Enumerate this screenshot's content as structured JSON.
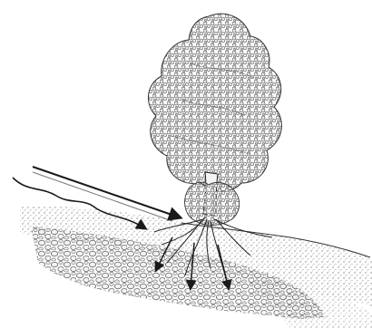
{
  "diagram": {
    "type": "illustration",
    "colors": {
      "ink": "#1a1a1a",
      "foliage_fill": "#d9d9d9",
      "foliage_shade": "#8a8a8a",
      "soil": "#bdbdbd",
      "rock": "#9a9a9a",
      "background": "#ffffff"
    },
    "elements": [
      {
        "name": "tree",
        "parts": [
          "crown",
          "trunk",
          "shrub-base",
          "roots"
        ]
      },
      {
        "name": "ground-layers",
        "parts": [
          "stippled-topsoil",
          "cobble-substrate"
        ]
      },
      {
        "name": "arrows",
        "parts": [
          "straight-arrow",
          "wavy-arrow",
          "downward-arrows"
        ]
      }
    ]
  }
}
